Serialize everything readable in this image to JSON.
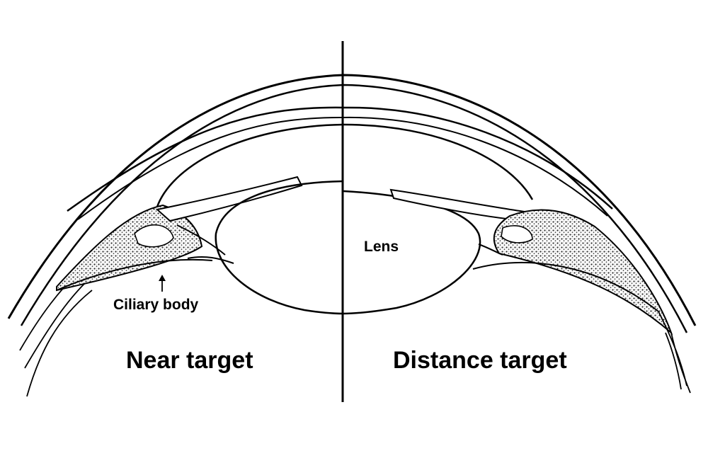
{
  "labels": {
    "lens": "Lens",
    "ciliary_body": "Ciliary body",
    "near_target": "Near target",
    "distance_target": "Distance target"
  },
  "colors": {
    "ink": "#000000",
    "background": "#ffffff",
    "stipple": "#3a3a3a"
  }
}
